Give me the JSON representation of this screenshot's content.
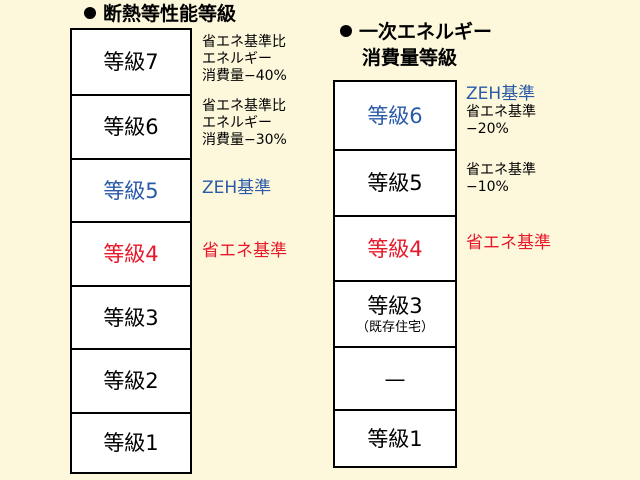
{
  "left": {
    "heading": "断熱等性能等級",
    "rows": [
      {
        "label": "等級7",
        "color": "#000000",
        "note": [
          "省エネ基準比",
          "エネルギー",
          "消費量−40%"
        ]
      },
      {
        "label": "等級6",
        "color": "#000000",
        "note": [
          "省エネ基準比",
          "エネルギー",
          "消費量−30%"
        ]
      },
      {
        "label": "等級5",
        "color": "#2a5aa8",
        "note": [
          "ZEH基準"
        ]
      },
      {
        "label": "等級4",
        "color": "#e8182a",
        "note": [
          "省エネ基準"
        ]
      },
      {
        "label": "等級3",
        "color": "#000000",
        "note": []
      },
      {
        "label": "等級2",
        "color": "#000000",
        "note": []
      },
      {
        "label": "等級1",
        "color": "#000000",
        "note": []
      }
    ]
  },
  "right": {
    "heading": [
      "一次エネルギー",
      "消費量等級"
    ],
    "rows": [
      {
        "label": "等級6",
        "sub": "",
        "color": "#2a5aa8",
        "note": [
          "ZEH基準",
          "省エネ基準",
          "−20%"
        ]
      },
      {
        "label": "等級5",
        "sub": "",
        "color": "#000000",
        "note": [
          "省エネ基準",
          "−10%"
        ]
      },
      {
        "label": "等級4",
        "sub": "",
        "color": "#e8182a",
        "note": [
          "省エネ基準"
        ]
      },
      {
        "label": "等級3",
        "sub": "（既存住宅）",
        "color": "#000000",
        "note": []
      },
      {
        "label": "—",
        "sub": "",
        "color": "#000000",
        "note": []
      },
      {
        "label": "等級1",
        "sub": "",
        "color": "#000000",
        "note": []
      }
    ]
  }
}
